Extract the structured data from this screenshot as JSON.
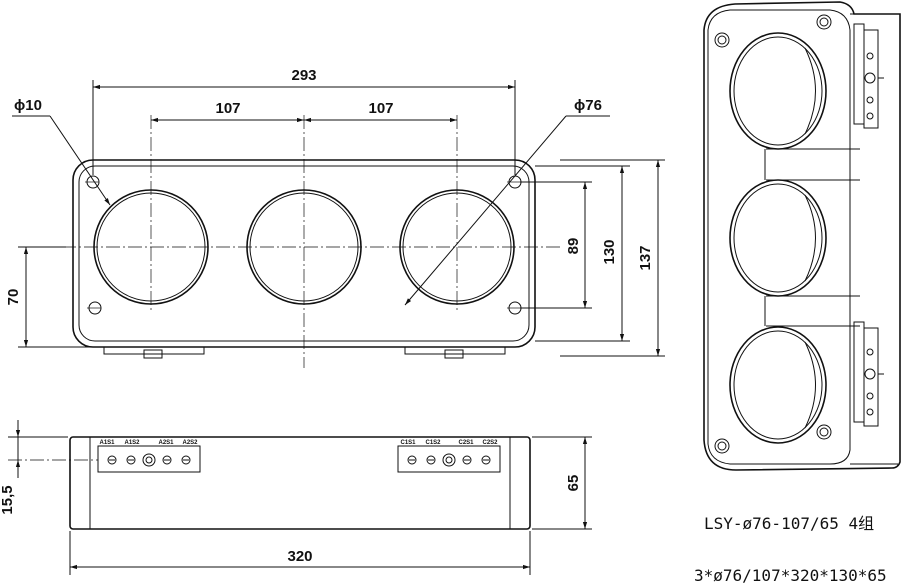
{
  "dimensions": {
    "overall_width": "293",
    "pitch_left": "107",
    "pitch_right": "107",
    "hole_dia": "ϕ10",
    "window_dia": "ϕ76",
    "h89": "89",
    "h130": "130",
    "h137": "137",
    "h70": "70",
    "h65": "65",
    "h15": "15,5",
    "length": "320"
  },
  "terminals": {
    "left": [
      "A1S1",
      "A1S2",
      "A2S1",
      "A2S2"
    ],
    "right": [
      "C1S1",
      "C1S2",
      "C2S1",
      "C2S2"
    ]
  },
  "caption": {
    "model": "LSY-ø76-107/65 4组",
    "spec": "3*ø76/107*320*130*65"
  }
}
